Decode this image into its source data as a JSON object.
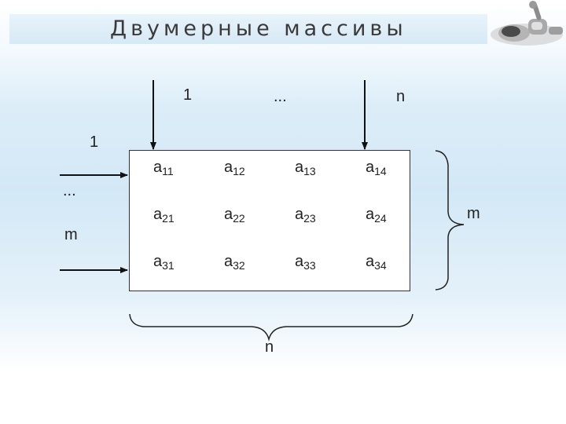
{
  "title": "Двумерные массивы",
  "column_labels": {
    "first": "1",
    "middle": "...",
    "last": "n"
  },
  "row_labels": {
    "first": "1",
    "middle": "...",
    "last": "m"
  },
  "brace_labels": {
    "rows": "m",
    "columns": "n"
  },
  "matrix": {
    "rows": [
      [
        {
          "base": "a",
          "index": "11"
        },
        {
          "base": "a",
          "index": "12"
        },
        {
          "base": "a",
          "index": "13"
        },
        {
          "base": "a",
          "index": "14"
        }
      ],
      [
        {
          "base": "a",
          "index": "21"
        },
        {
          "base": "a",
          "index": "22"
        },
        {
          "base": "a",
          "index": "23"
        },
        {
          "base": "a",
          "index": "24"
        }
      ],
      [
        {
          "base": "a",
          "index": "31"
        },
        {
          "base": "a",
          "index": "32"
        },
        {
          "base": "a",
          "index": "33"
        },
        {
          "base": "a",
          "index": "34"
        }
      ]
    ]
  }
}
